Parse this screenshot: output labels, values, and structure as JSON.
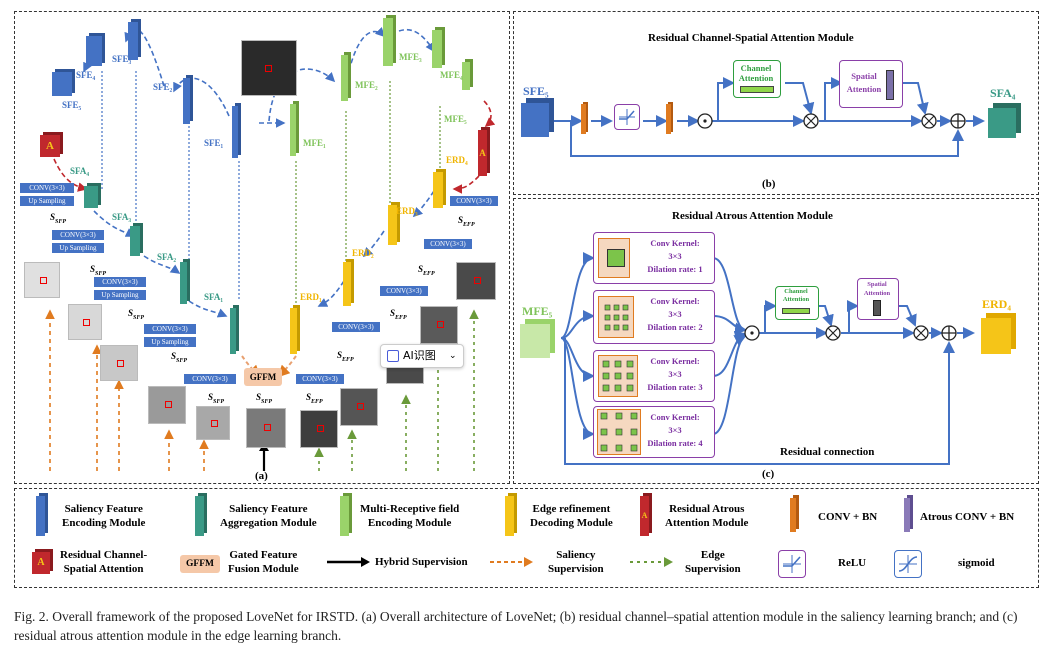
{
  "panel_a": {
    "label": "(a)",
    "sfe": [
      "SFE",
      "SFE",
      "SFE",
      "SFE",
      "SFE"
    ],
    "sfe_labels": [
      "SFE₅",
      "SFE₄",
      "SFE₃",
      "SFE₂",
      "SFE₁"
    ],
    "mfe_labels": [
      "MFE₁",
      "MFE₂",
      "MFE₃",
      "MFE₄",
      "MFE₅"
    ],
    "sfa_labels": [
      "SFA₄",
      "SFA₃",
      "SFA₂",
      "SFA₁"
    ],
    "erd_labels": [
      "ERD₁",
      "ERD₂",
      "ERD₃",
      "ERD₄"
    ],
    "conv_label": "CONV(3×3)",
    "up_label": "Up Sampling",
    "s_sfp": "S",
    "s_sfp_sub": "SFP",
    "s_efp_sub": "EFP",
    "gffm": "GFFM",
    "ai_badge": "AI识图",
    "a_mark": "A"
  },
  "panel_b": {
    "label": "(b)",
    "title": "Residual Channel-Spatial Attention Module",
    "in_label": "SFE₅",
    "out_label": "SFA₄",
    "channel_attention": "Channel Attention",
    "spatial_attention": "Spatial Attention"
  },
  "panel_c": {
    "label": "(c)",
    "title": "Residual Atrous Attention Module",
    "in_label": "MFE₅",
    "out_label": "ERD₄",
    "kernels": [
      {
        "l1": "Conv Kernel:",
        "l2": "3×3",
        "l3": "Dilation rate: 1"
      },
      {
        "l1": "Conv Kernel:",
        "l2": "3×3",
        "l3": "Dilation rate: 2"
      },
      {
        "l1": "Conv Kernel:",
        "l2": "3×3",
        "l3": "Dilation rate: 3"
      },
      {
        "l1": "Conv Kernel:",
        "l2": "3×3",
        "l3": "Dilation rate: 4"
      }
    ],
    "channel_attention": "Channel Attention",
    "spatial_attention": "Spatial Attention",
    "residual_connection": "Residual connection"
  },
  "legend": {
    "sfe": "Saliency Feature\nEncoding Module",
    "sfa": "Saliency Feature\nAggregation Module",
    "mfe": "Multi-Receptive field\nEncoding Module",
    "erd": "Edge refinement\nDecoding Module",
    "raam": "Residual Atrous\nAttention Module",
    "convbn": "CONV + BN",
    "atrous": "Atrous CONV + BN",
    "rcsa": "Residual Channel-\nSpatial Attention",
    "gffm_tag": "GFFM",
    "gffm": "Gated Feature\nFusion Module",
    "hybrid": "Hybrid Supervision",
    "saliency": "Saliency\nSupervision",
    "edge": "Edge\nSupervision",
    "relu": "ReLU",
    "sigmoid": "sigmoid"
  },
  "caption": "Fig. 2.  Overall framework of the proposed LoveNet for IRSTD. (a) Overall architecture of LoveNet; (b) residual channel–spatial attention module in the saliency learning branch; and (c) residual atrous attention module in the edge learning branch.",
  "colors": {
    "blue": "#4472c4",
    "green": "#9ad36a",
    "yellow": "#f5c518",
    "teal": "#3a9a86",
    "red": "#c0282d",
    "orange": "#e07b20",
    "purple": "#8a3fa8"
  }
}
